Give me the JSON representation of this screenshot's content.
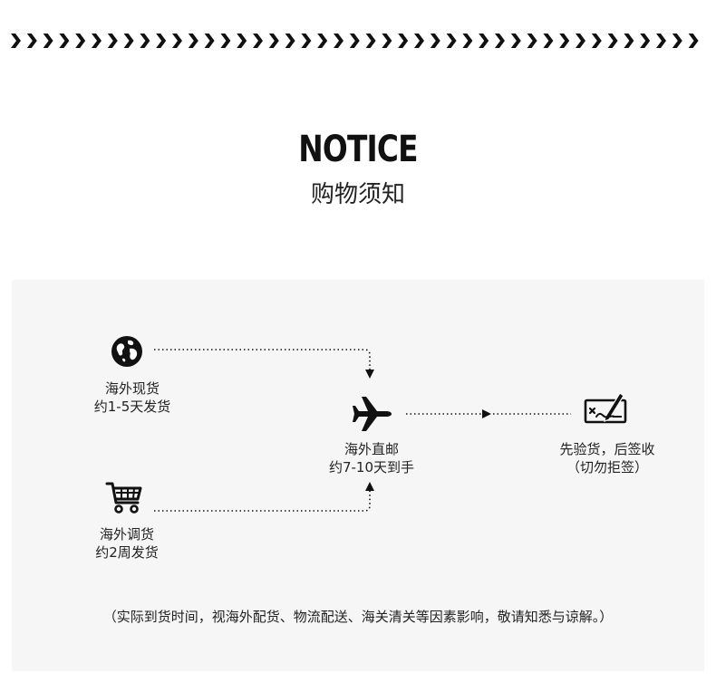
{
  "header": {
    "title": "NOTICE",
    "subtitle": "购物须知"
  },
  "flow": {
    "overseas_stock": {
      "line1": "海外现货",
      "line2": "约1-5天发货",
      "icon": "globe-icon"
    },
    "overseas_transfer": {
      "line1": "海外调货",
      "line2": "约2周发货",
      "icon": "shopping-cart-icon"
    },
    "direct_mail": {
      "line1": "海外直邮",
      "line2": "约7-10天到手",
      "icon": "airplane-icon"
    },
    "inspect_sign": {
      "line1": "先验货，后签收",
      "line2": "（切勿拒签）",
      "icon": "signature-icon"
    }
  },
  "footnote": "（实际到货时间，视海外配货、物流配送、海关清关等因素影响，敬请知悉与谅解。）",
  "colors": {
    "panel_bg": "#f6f6f6",
    "ink": "#111111"
  }
}
